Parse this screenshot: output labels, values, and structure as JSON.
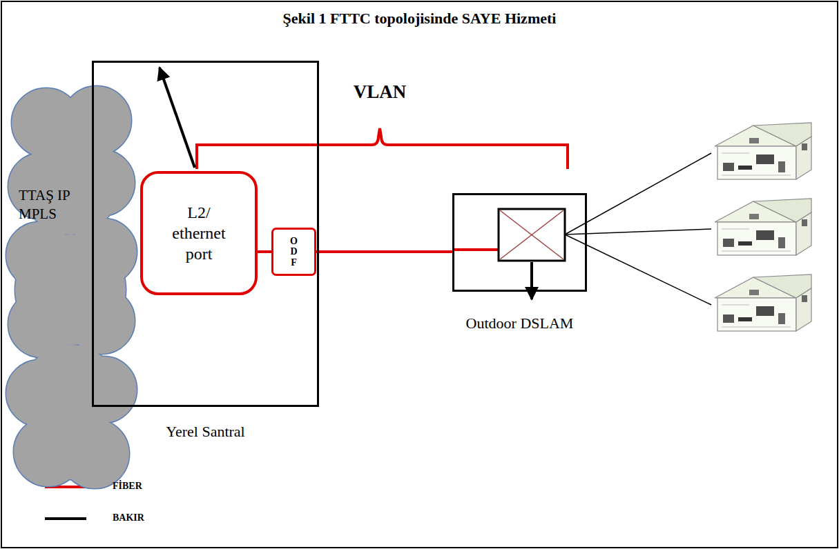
{
  "diagram": {
    "title": "Şekil 1 FTTC topolojisinde SAYE Hizmeti",
    "nodes": [
      {
        "text": [
          "TTAŞ IP MPLS"
        ]
      },
      {
        "text": [
          "Yerel Santral"
        ]
      },
      {
        "text": [
          "L2/ ethernet port"
        ],
        "in": 1
      },
      {
        "text": [
          "ODF"
        ],
        "in": 1
      },
      {
        "text": [
          "Outdoor DSLAM"
        ]
      }
    ],
    "edges": [
      {
        "from": 2,
        "to": 3,
        "arrow": "none"
      },
      {
        "from": 3,
        "to": 4,
        "arrow": "none"
      }
    ],
    "labels": [
      "VLAN"
    ],
    "legend": [
      {
        "text": "FİBER"
      },
      {
        "text": "BAKIR"
      }
    ]
  }
}
